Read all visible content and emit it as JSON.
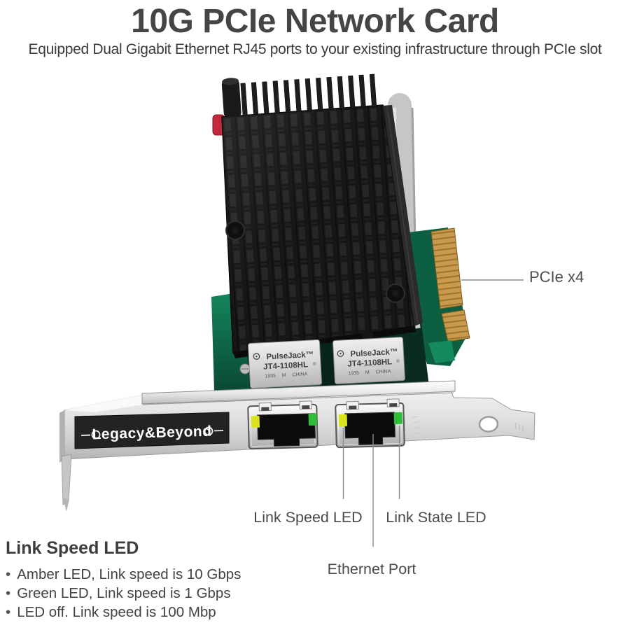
{
  "header": {
    "title": "10G PCIe Network Card",
    "subtitle": "Equipped Dual Gigabit Ethernet RJ45 ports to your existing infrastructure through PCIe slot"
  },
  "callouts": {
    "pcie_label": "PCIe x4",
    "link_speed_label": "Link Speed LED",
    "link_state_label": "Link State LED",
    "ethernet_port_label": "Ethernet Port"
  },
  "info_panel": {
    "heading": "Link Speed LED",
    "bullet_char": "•",
    "bullets": [
      "Amber LED, Link speed is 10 Gbps",
      "Green LED, Link speed is 1 Gbps",
      "LED off. Link speed is 100 Mbp"
    ]
  },
  "card": {
    "bracket_label": "Legacy&Beyond",
    "transformer": {
      "brand": "PulseJack™",
      "model": "JT4-1108HL",
      "cert": "®",
      "origin": "1935 M CHINA"
    }
  },
  "colors": {
    "led_speed_yellow": "#d9e31c",
    "led_state_green": "#2fbe3a",
    "pcb_green": "#11684a",
    "gold": "#c99a4d",
    "heatsink_black": "#171717",
    "bracket_silver": "#d9d9d9",
    "label_plate_black": "#232323",
    "headline_gray": "#454545"
  }
}
